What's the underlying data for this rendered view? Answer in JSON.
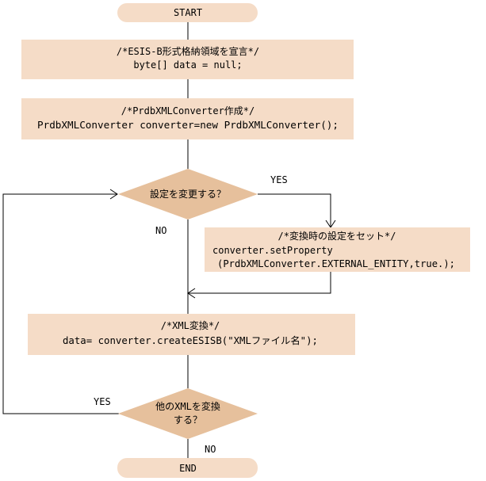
{
  "start": "START",
  "end": "END",
  "box_declare": {
    "line1": "/*ESIS-B形式格納領域を宣言*/",
    "line2": "byte[] data = null;"
  },
  "box_create": {
    "line1": "/*PrdbXMLConverter作成*/",
    "line2": "PrdbXMLConverter  converter=new PrdbXMLConverter();"
  },
  "decision_settings": {
    "text": "設定を変更する？",
    "yes": "YES",
    "no": "NO"
  },
  "box_set": {
    "line1": "/*変換時の設定をセット*/",
    "line2": "converter.setProperty",
    "line3": "(PrdbXMLConverter.EXTERNAL_ENTITY,true.);"
  },
  "box_convert": {
    "line1": "/*XML変換*/",
    "line2": "data= converter.createESISB(\"XMLファイル名\");"
  },
  "decision_more": {
    "line1": "他のXMLを変換",
    "line2": "する？",
    "yes": "YES",
    "no": "NO"
  },
  "colors": {
    "box": "#f5dcc7",
    "decision": "#e6c09c",
    "line": "#000000"
  }
}
